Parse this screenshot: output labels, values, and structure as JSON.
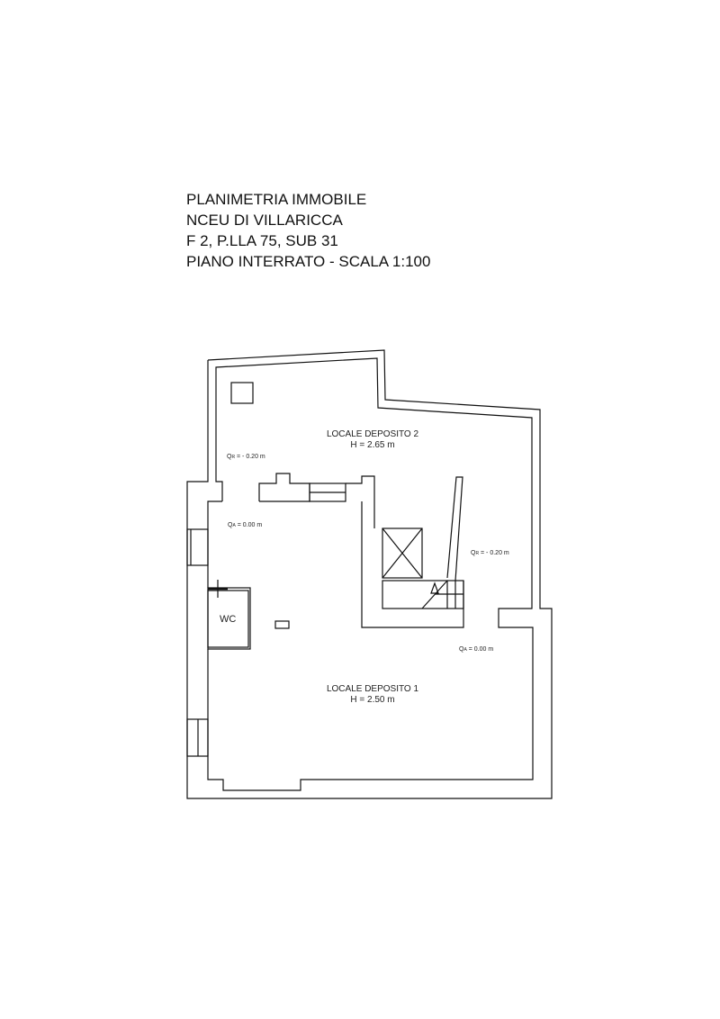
{
  "title": {
    "lines": [
      "PLANIMETRIA IMMOBILE",
      "NCEU DI VILLARICCA",
      "F 2, P.LLA 75, SUB 31",
      "PIANO INTERRATO - SCALA 1:100"
    ]
  },
  "rooms": [
    {
      "name": "LOCALE DEPOSITO 2",
      "height": "H = 2.65 m"
    },
    {
      "name": "LOCALE DEPOSITO 1",
      "height": "H = 2.50 m"
    },
    {
      "name": "WC"
    }
  ],
  "levels": [
    {
      "prefix": "Q",
      "sub": "R",
      "value": " = - 0.20 m"
    },
    {
      "prefix": "Q",
      "sub": "A",
      "value": " = 0.00 m"
    },
    {
      "prefix": "Q",
      "sub": "R",
      "value": " = - 0.20 m"
    },
    {
      "prefix": "Q",
      "sub": "A",
      "value": " = 0.00 m"
    }
  ]
}
